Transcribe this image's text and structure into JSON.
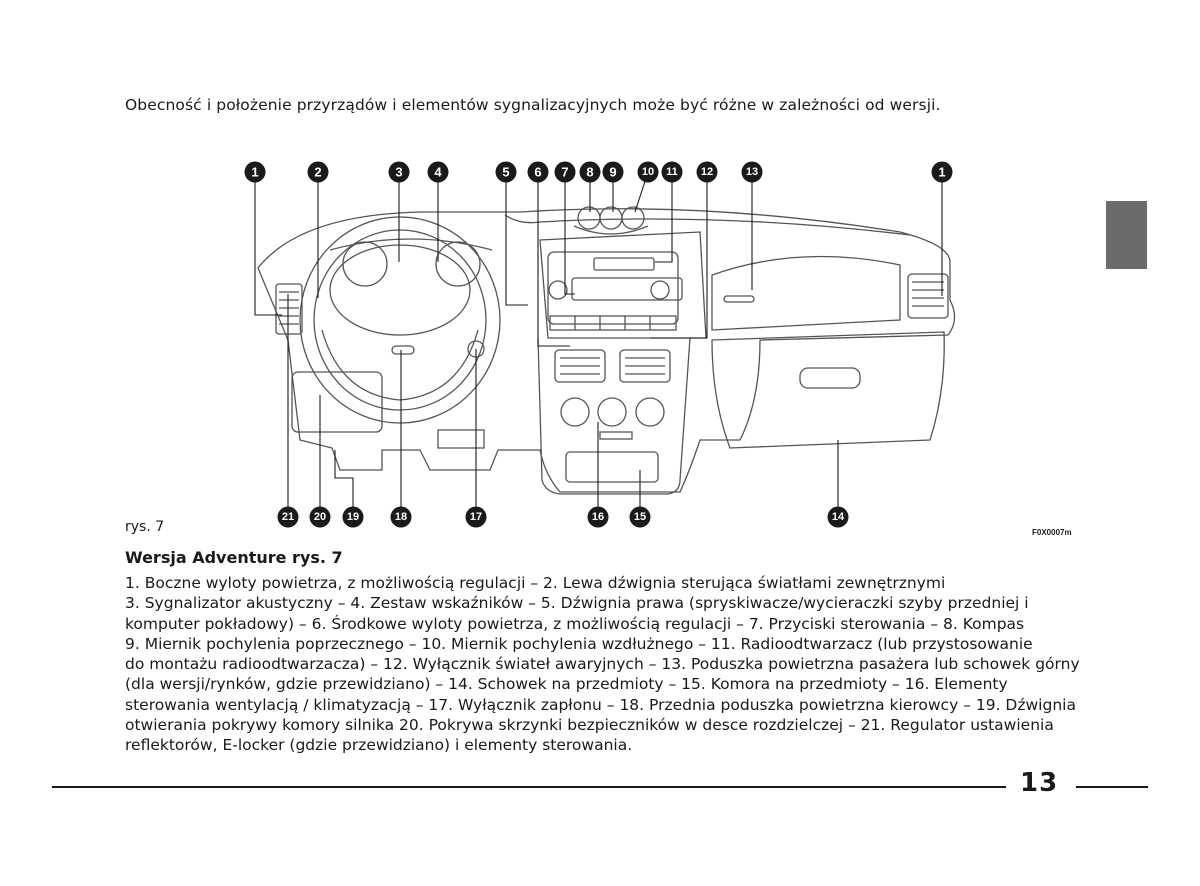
{
  "intro_text": "Obecność i położenie przyrządów i elementów sygnalizacyjnych może być różne w zależności od wersji.",
  "figure": {
    "label": "rys. 7",
    "code": "F0X0007m",
    "callouts_top": [
      "1",
      "2",
      "3",
      "4",
      "5",
      "6",
      "7",
      "8",
      "9",
      "10",
      "11",
      "12",
      "13",
      "1"
    ],
    "callouts_bottom": [
      "21",
      "20",
      "19",
      "18",
      "17",
      "16",
      "15",
      "14"
    ]
  },
  "section_heading": "Wersja Adventure rys. 7",
  "description_lines": [
    "1. Boczne wyloty powietrza, z możliwością regulacji – 2. Lewa dźwignia sterująca światłami zewnętrznymi",
    "3. Sygnalizator akustyczny – 4. Zestaw wskaźników – 5. Dźwignia prawa (spryskiwacze/wycieraczki szyby przedniej i",
    "komputer pokładowy) – 6. Środkowe wyloty powietrza, z możliwością regulacji – 7. Przyciski sterowania – 8. Kompas",
    "9. Miernik pochylenia poprzecznego – 10. Miernik pochylenia wzdłużnego – 11. Radioodtwarzacz (lub przystosowanie",
    "do montażu radioodtwarzacza) – 12. Wyłącznik świateł awaryjnych – 13. Poduszka powietrzna pasażera lub schowek górny",
    "(dla wersji/rynków, gdzie przewidziano) – 14. Schowek na przedmioty – 15. Komora na przedmioty – 16. Elementy",
    "sterowania wentylacją / klimatyzacją – 17. Wyłącznik zapłonu – 18. Przednia poduszka powietrzna kierowcy – 19. Dźwignia",
    "otwierania pokrywy komory silnika  20. Pokrywa skrzynki bezpieczników w desce rozdzielczej – 21. Regulator ustawienia",
    "reflektorów, E-locker (gdzie przewidziano) i elementy sterowania."
  ],
  "page_number": "13"
}
